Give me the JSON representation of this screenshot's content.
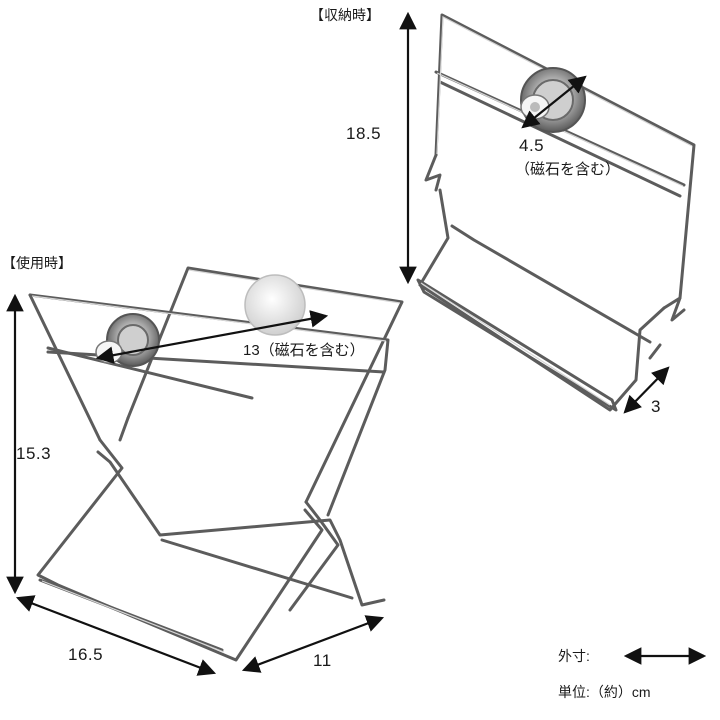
{
  "stored_view": {
    "section_label": "【収納時】",
    "height": "18.5",
    "magnet_size": "4.5",
    "magnet_note": "（磁石を含む）",
    "depth": "3"
  },
  "in_use_view": {
    "section_label": "【使用時】",
    "height": "15.3",
    "width_with_magnet": "13（磁石を含む）",
    "width": "16.5",
    "depth": "11"
  },
  "legend": {
    "outer_dimension_label": "外寸:",
    "unit_label": "単位:（約）cm"
  },
  "colors": {
    "wire": "#5c5c5c",
    "wire_highlight": "#c8c8c8",
    "arrow": "#111111",
    "magnet": "#9a9a9a"
  }
}
